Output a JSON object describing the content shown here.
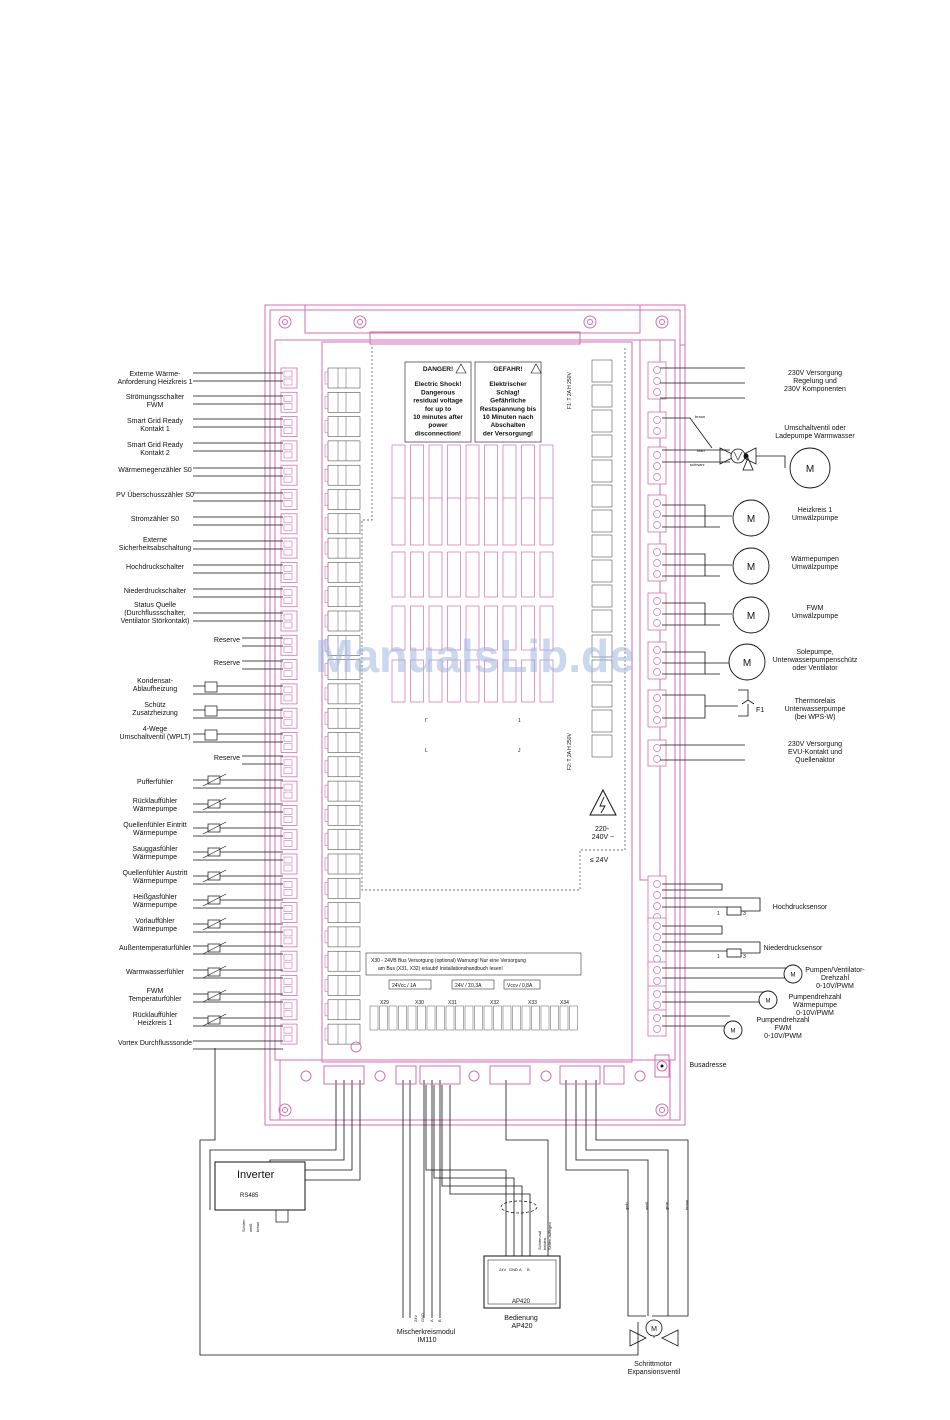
{
  "watermark": "ManualsLib.de",
  "left_labels": [
    "Externe Wärme-",
    "Anforderung Heizkreis 1",
    "Strömungsschalter",
    "FWM",
    "Smart Grid Ready",
    "Kontakt 1",
    "Smart Grid Ready",
    "Kontakt 2",
    "Wärmemegenzähler S0",
    "PV Überschusszähler S0",
    "Stromzähler S0",
    "Externe",
    "Sicherheitsabschaltung",
    "Hochdruckschalter",
    "Niederdruckschalter",
    "Status Quelle",
    "(Durchflussschalter,",
    "Ventilator Störkontakt)",
    "Reserve",
    "Reserve",
    "Kondensat-",
    "Ablaufheizung",
    "Schütz",
    "Zusatzheizung",
    "4-Wege",
    "Umschaltventil (WPLT)",
    "Reserve",
    "Pufferfühler",
    "Rücklauffühler",
    "Wärmepumpe",
    "Quellenfühler Eintritt",
    "Wärmepumpe",
    "Sauggasfühler",
    "Wärmepumpe",
    "Quellenfühler Austritt",
    "Wärmepumpe",
    "Heißgasfühler",
    "Wärmepumpe",
    "Vorlauffühler",
    "Wärmepumpe",
    "Außentemperaturfühler",
    "Warmwasserfühler",
    "FWM",
    "Temperaturfühler",
    "Rücklauffühler",
    "Heizkreis 1",
    "Vortex Durchflusssonde"
  ],
  "right_labels": [
    "230V Versorgung",
    "Regelung und",
    "230V Komponenten",
    "Umschaltventil oder",
    "Ladepumpe Warmwasser",
    "Heizkreis 1",
    "Umwälzpumpe",
    "Wärmepumpen",
    "Umwälzpumpe",
    "FWM",
    "Umwälzpumpe",
    "Solepumpe,",
    "Unterwasserpumpenschütz",
    "oder Ventilator",
    "Thermorelais",
    "Unterwasserpumpe",
    "(bei WPS-W)",
    "230V Versorgung",
    "EVU-Kontakt und",
    "Quellenaktor",
    "Hochdrucksensor",
    "Niederdrucksensor",
    "Pumpen/Ventilator-",
    "Drehzahl",
    "0-10V/PWM",
    "Pumpendrehzahl",
    "Wärmepumpe",
    "0-10V/PWM",
    "Pumpendrehzahl",
    "FWM",
    "0-10V/PWM",
    "Busadresse"
  ],
  "wire_colors": [
    "braun",
    "blau",
    "schwarz"
  ],
  "warning_en": [
    "DANGER!",
    "Electric Shock!",
    "Dangerous",
    "residual voltage",
    "for up to",
    "10 minutes after",
    "power",
    "disconnection!"
  ],
  "warning_de": [
    "GEFAHR!",
    "Elektrischer",
    "Schlag!",
    "Gefährliche",
    "Restspannung bis",
    "10 Minuten nach",
    "Abschalten",
    "der Versorgung!"
  ],
  "fuse_labels": [
    "F1: T 2A H 250V",
    "F2: T 2A H 250V"
  ],
  "hv_label": [
    "220-",
    "240V ~"
  ],
  "lv_label": "≤ 24V",
  "bus_note": [
    "X30 - 24VB Bus Versorgung (optional) Warnung! Nur eine Versorgung",
    "am Bus (X31, X32) erlaubt! Installationshandbuch lesen!"
  ],
  "supply_labels": [
    "24Vcc / 1A",
    "24V / Σ0,3A",
    "Vccv / 0,8A"
  ],
  "connectors_bottom": [
    "X29",
    "X30",
    "X31",
    "X32",
    "X33",
    "X34"
  ],
  "f1_label": "F1",
  "sensor_pins": [
    "1",
    "3",
    "1",
    "3"
  ],
  "inverter": {
    "title": "Inverter",
    "port": "RS485",
    "wires": [
      "Schirm",
      "weiß",
      "braun"
    ]
  },
  "mixer": {
    "pins": [
      "24V",
      "GND",
      "A",
      "B"
    ],
    "label": [
      "Mischerkreismodul",
      "IM110"
    ]
  },
  "ap420": {
    "pins": [
      "24V",
      "GND",
      "A",
      "B"
    ],
    "name": "AP420",
    "label": [
      "Bedienung",
      "AP420"
    ],
    "shield": [
      "Schirm auf",
      "beiden",
      "Seiten auflegen"
    ]
  },
  "stepper": {
    "wires": [
      "gelb",
      "weiß",
      "grün",
      "braun"
    ],
    "label": [
      "Schrittmotor",
      "Expansionsventil"
    ]
  },
  "motor_symbol": "M"
}
